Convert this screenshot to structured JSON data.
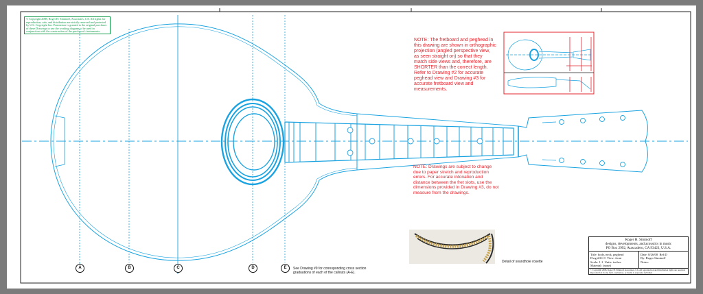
{
  "copyright_notice": "© Copyright 2008, Roger H. Siminoff, Associates, CA. All rights for reproduction, sale, and distribution are strictly reserved and protected by U.S. Copyright law. Permission is granted to the original purchaser of these Drawings to use the working diagram to be used in conjunction with the construction of the purchaser's instruments.",
  "notes": {
    "fretboard": "NOTE: The fretboard and peghead in this drawing are shown in orthographic projection (angled perspective view, as seen straight on) so that they match side views and, therefore, are SHORTER than the correct length. Refer to Drawing #2 for accurate peghead view and Drawing #3 for accurate fretboard view and measurements.",
    "change": "NOTE: Drawings are subject to change due to paper stretch and reproduction errors. For accurate intonation and distance between the fret slots, use the dimensions provided in Drawing #3, do not measure from the drawings."
  },
  "callouts": [
    "A",
    "B",
    "C",
    "D",
    "E"
  ],
  "cross_section_note": "See Drawing #9 for corresponding cross section graduations of each of the callouts (A-E).",
  "detail_caption": "Detail of soundhole rosette",
  "title_block": {
    "author": "Roger H. Siminoff",
    "tagline": "designs, developments, and acoustics in music",
    "address": "PO Box 2992, Atascadero, CA 93423, U.S.A.",
    "title": "Title: body, neck, peghead",
    "drawing": "Dwg #A1-0",
    "view": "View: front",
    "scale": "Scale: 1:1",
    "units": "Units: inches",
    "material": "Material: (none)",
    "date": "Date: 8/26/08",
    "ref": "Ref:D",
    "by": "By: Roger Siminoff",
    "notes_label": "Notes:",
    "footer": "© Copyright 2008, Roger H. Siminoff, Associates, CA. All reproduction and distribution rights are reserved. Reproduction in any form, replication, or media is expressly forbidden."
  },
  "colors": {
    "drawing": "#1aa3e0",
    "notes": "#e0262e",
    "copyright": "#129a4a",
    "inset_frame": "#e0262e"
  }
}
